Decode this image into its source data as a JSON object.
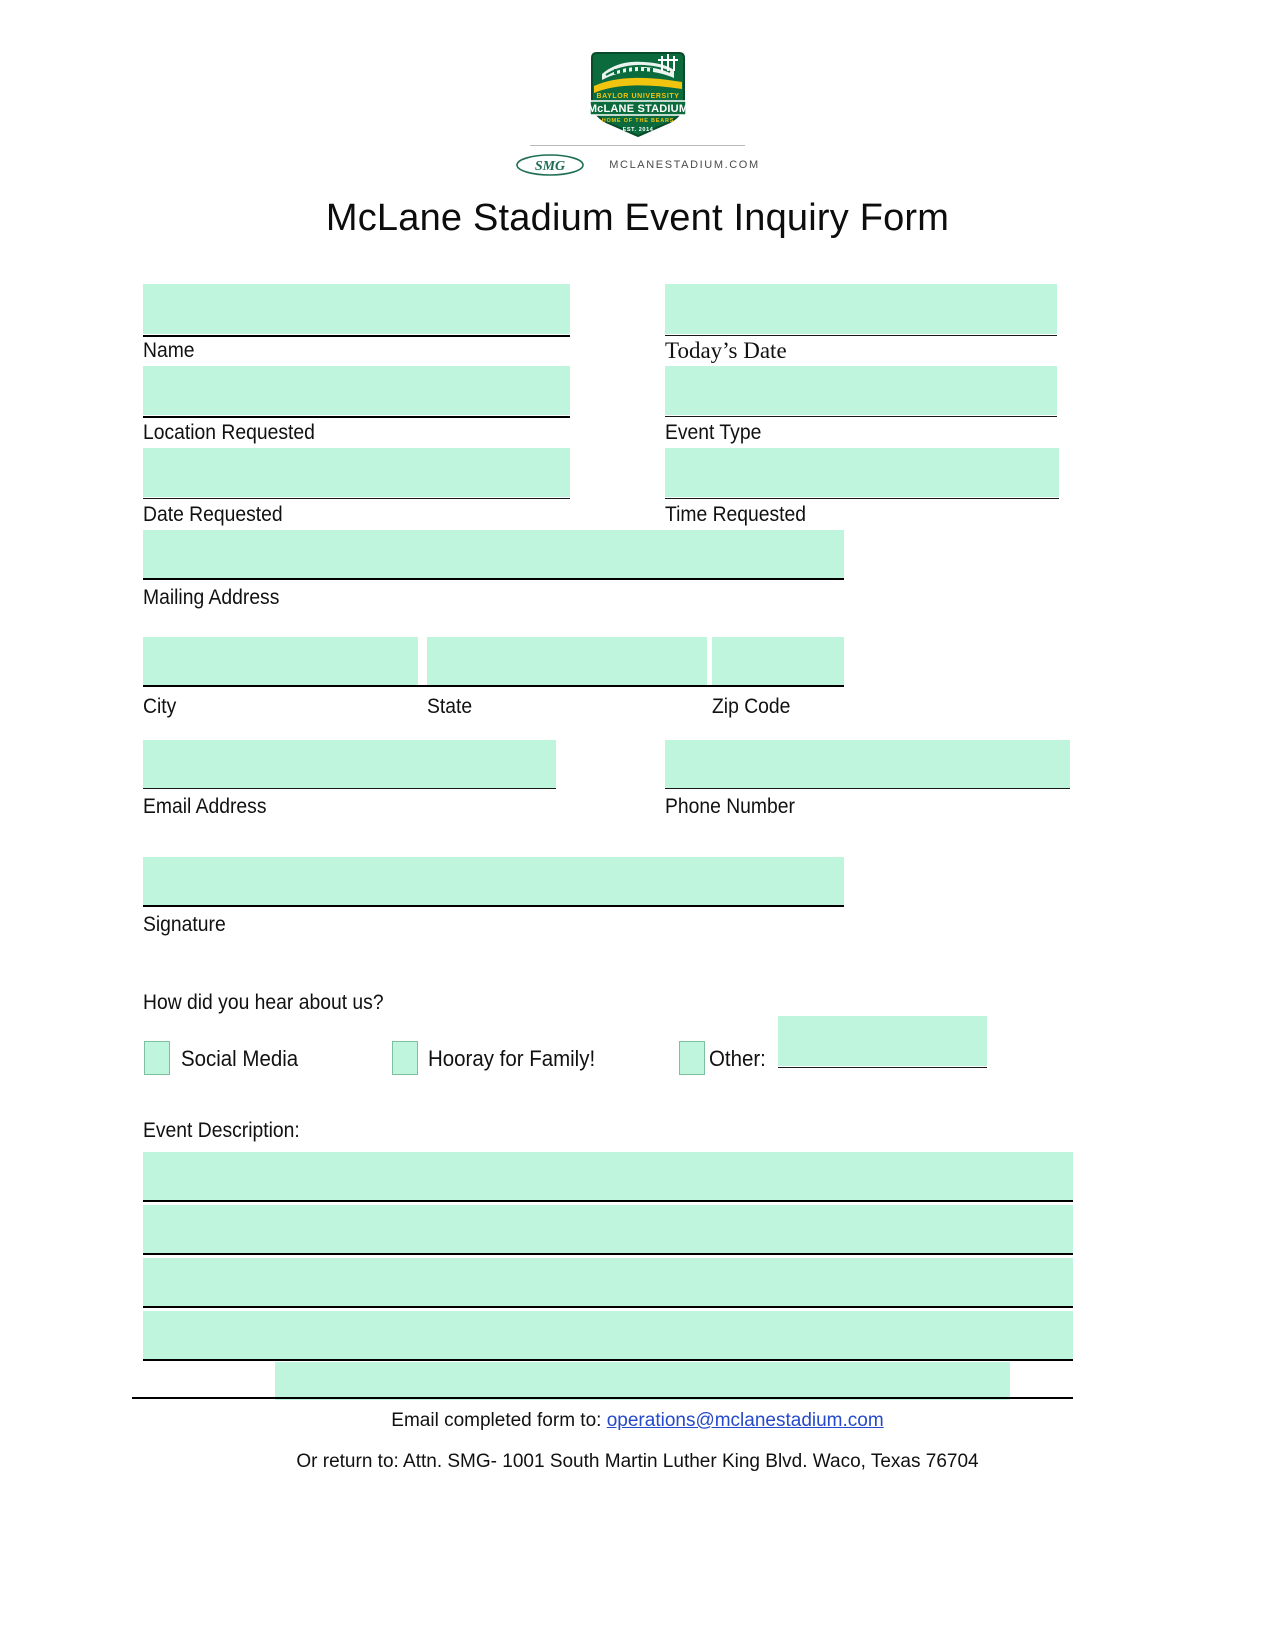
{
  "header": {
    "crest": {
      "university": "BAYLOR UNIVERSITY",
      "stadium": "McLANE STADIUM",
      "tagline": "HOME OF THE BEARS",
      "established": "EST. 2014"
    },
    "smg_mark": "SMG",
    "website": "MCLANESTADIUM.COM"
  },
  "title": "McLane Stadium Event Inquiry Form",
  "fields": {
    "name": "Name",
    "todays_date": "Today’s Date",
    "location_requested": "Location Requested",
    "event_type": "Event Type",
    "date_requested": "Date Requested",
    "time_requested": "Time Requested",
    "mailing_address": "Mailing Address",
    "city": "City",
    "state": "State",
    "zip_code": "Zip Code",
    "email_address": "Email Address",
    "phone_number": "Phone Number",
    "signature": "Signature"
  },
  "values": {
    "name": "",
    "todays_date": "",
    "location_requested": "",
    "event_type": "",
    "date_requested": "",
    "time_requested": "",
    "mailing_address": "",
    "city": "",
    "state": "",
    "zip_code": "",
    "email_address": "",
    "phone_number": "",
    "signature": "",
    "other_source": "",
    "description_line_1": "",
    "description_line_2": "",
    "description_line_3": "",
    "description_line_4": "",
    "description_line_5": ""
  },
  "referral": {
    "question": "How did you hear about us?",
    "options": [
      {
        "label": "Social Media",
        "checked": false
      },
      {
        "label": "Hooray for Family!",
        "checked": false
      },
      {
        "label": "Other:",
        "checked": false
      }
    ]
  },
  "description": {
    "label": "Event Description:"
  },
  "footer": {
    "email_prefix": "Email completed form to: ",
    "email_address": "operations@mclanestadium.com",
    "return_line": "Or return to: Attn. SMG- 1001 South Martin Luther King Blvd. Waco, Texas 76704"
  },
  "colors": {
    "field_fill": "#bef5dc",
    "rule": "#000000",
    "link": "#2549c9",
    "crest_green": "#0c6b3d",
    "crest_gold": "#f1c40f"
  }
}
